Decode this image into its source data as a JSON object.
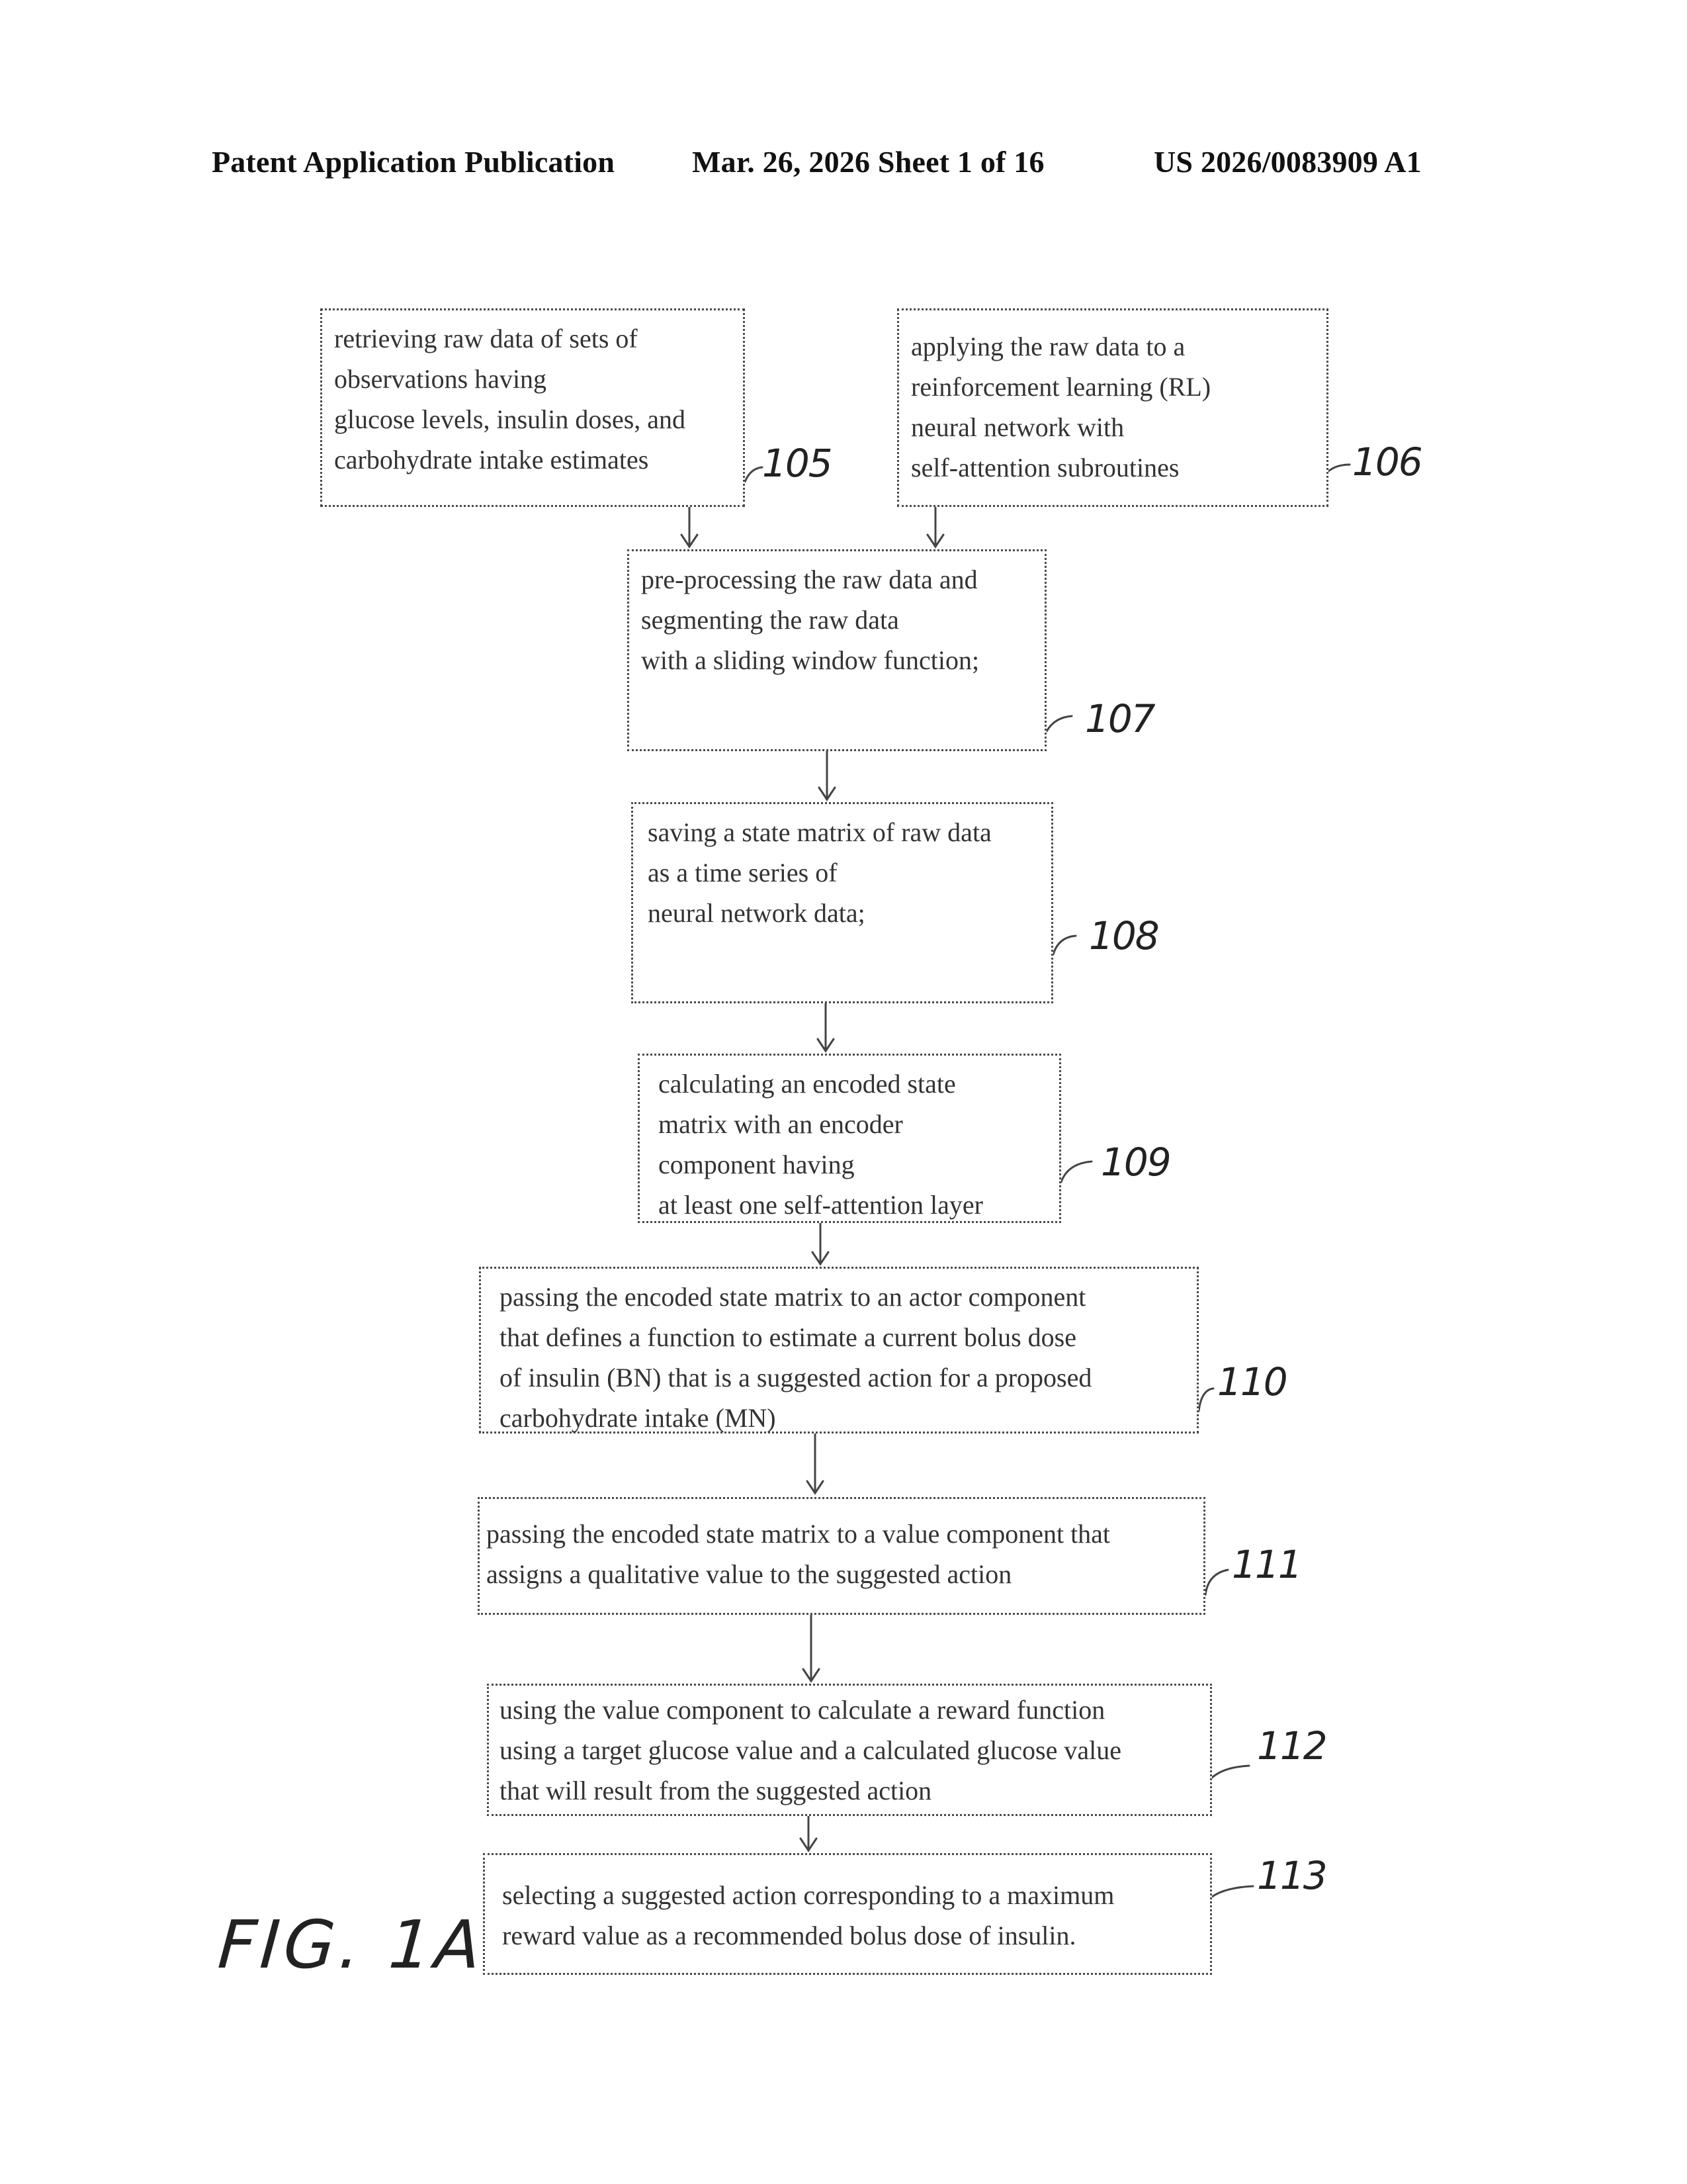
{
  "header": {
    "left": "Patent Application Publication",
    "middle": "Mar. 26, 2026  Sheet 1 of 16",
    "right": "US 2026/0083909 A1"
  },
  "steps": [
    {
      "ref": "105",
      "text": "retrieving raw data of sets of\nobservations having\nglucose levels, insulin doses, and\ncarbohydrate intake estimates"
    },
    {
      "ref": "106",
      "text": "applying the raw data to a\nreinforcement learning (RL)\nneural network with\nself-attention subroutines"
    },
    {
      "ref": "107",
      "text": "pre-processing the raw data and\nsegmenting the raw data\nwith a sliding window function;"
    },
    {
      "ref": "108",
      "text": "saving a state matrix of raw data\nas a time series of\nneural network data;"
    },
    {
      "ref": "109",
      "text": "calculating an encoded state\nmatrix with an encoder\ncomponent having\nat least one self-attention layer"
    },
    {
      "ref": "110",
      "text": "passing the encoded state matrix to an actor component\nthat defines a function to estimate a current bolus dose\nof insulin (BN) that is a suggested action for a proposed\ncarbohydrate intake (MN)"
    },
    {
      "ref": "111",
      "text": "passing the encoded state matrix to a value component that\nassigns a qualitative value to the suggested action"
    },
    {
      "ref": "112",
      "text": "using the value component to calculate a reward function\nusing a target glucose value and a calculated glucose value\nthat will result from the suggested action"
    },
    {
      "ref": "113",
      "text": "selecting a suggested action corresponding to a maximum\nreward value as a recommended bolus dose of insulin."
    }
  ],
  "figure_label": "FIG. 1A"
}
